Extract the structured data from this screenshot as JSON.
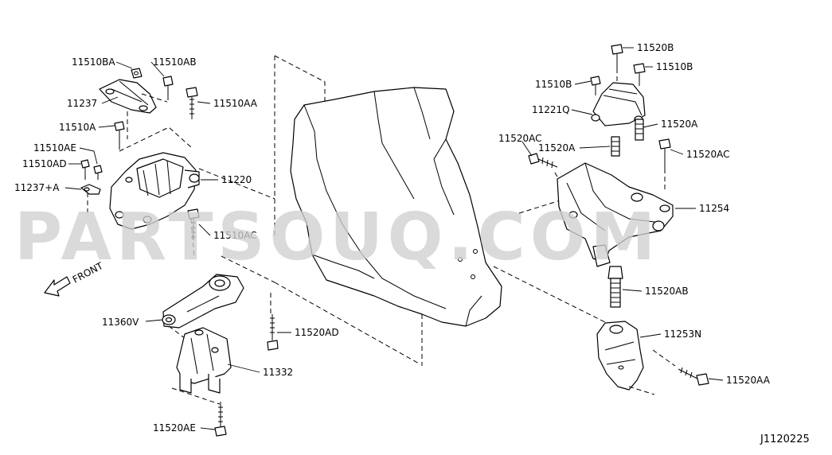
{
  "labels": {
    "l11510BA": "11510BA",
    "l11510AB": "11510AB",
    "l11237": "11237",
    "l11510AA": "11510AA",
    "l11510A": "11510A",
    "l11510AE": "11510AE",
    "l11510AD": "11510AD",
    "l11237A": "11237+A",
    "l11220": "11220",
    "l11510AC": "11510AC",
    "l11360V": "11360V",
    "l11520AD": "11520AD",
    "l11332": "11332",
    "l11520AE": "11520AE",
    "l11520B": "11520B",
    "l11510B_right": "11510B",
    "l11510B_left": "11510B",
    "l11221Q": "11221Q",
    "l11520A_right": "11520A",
    "l11520AC_left": "11520AC",
    "l11520A_left": "11520A",
    "l11520AC_right": "11520AC",
    "l11254": "11254",
    "l11520AB": "11520AB",
    "l11253N": "11253N",
    "l11520AA": "11520AA"
  },
  "front_label": "FRONT",
  "watermark": "PARTSOUQ.COM",
  "diagram_code": "J1120225"
}
